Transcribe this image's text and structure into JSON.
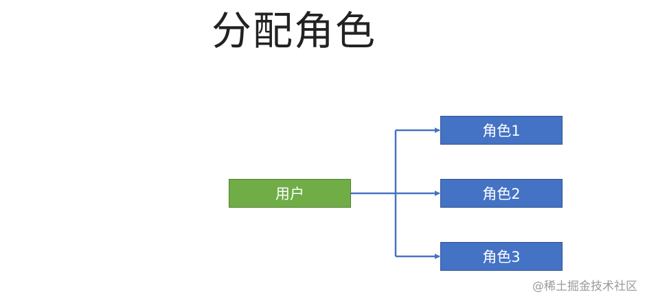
{
  "title": "分配角色",
  "user": {
    "label": "用户",
    "color": "#70AD47"
  },
  "roles": [
    {
      "label": "角色1"
    },
    {
      "label": "角色2"
    },
    {
      "label": "角色3"
    }
  ],
  "role_color": "#4472C4",
  "connector_color": "#4472C4",
  "watermark": "@稀土掘金技术社区"
}
